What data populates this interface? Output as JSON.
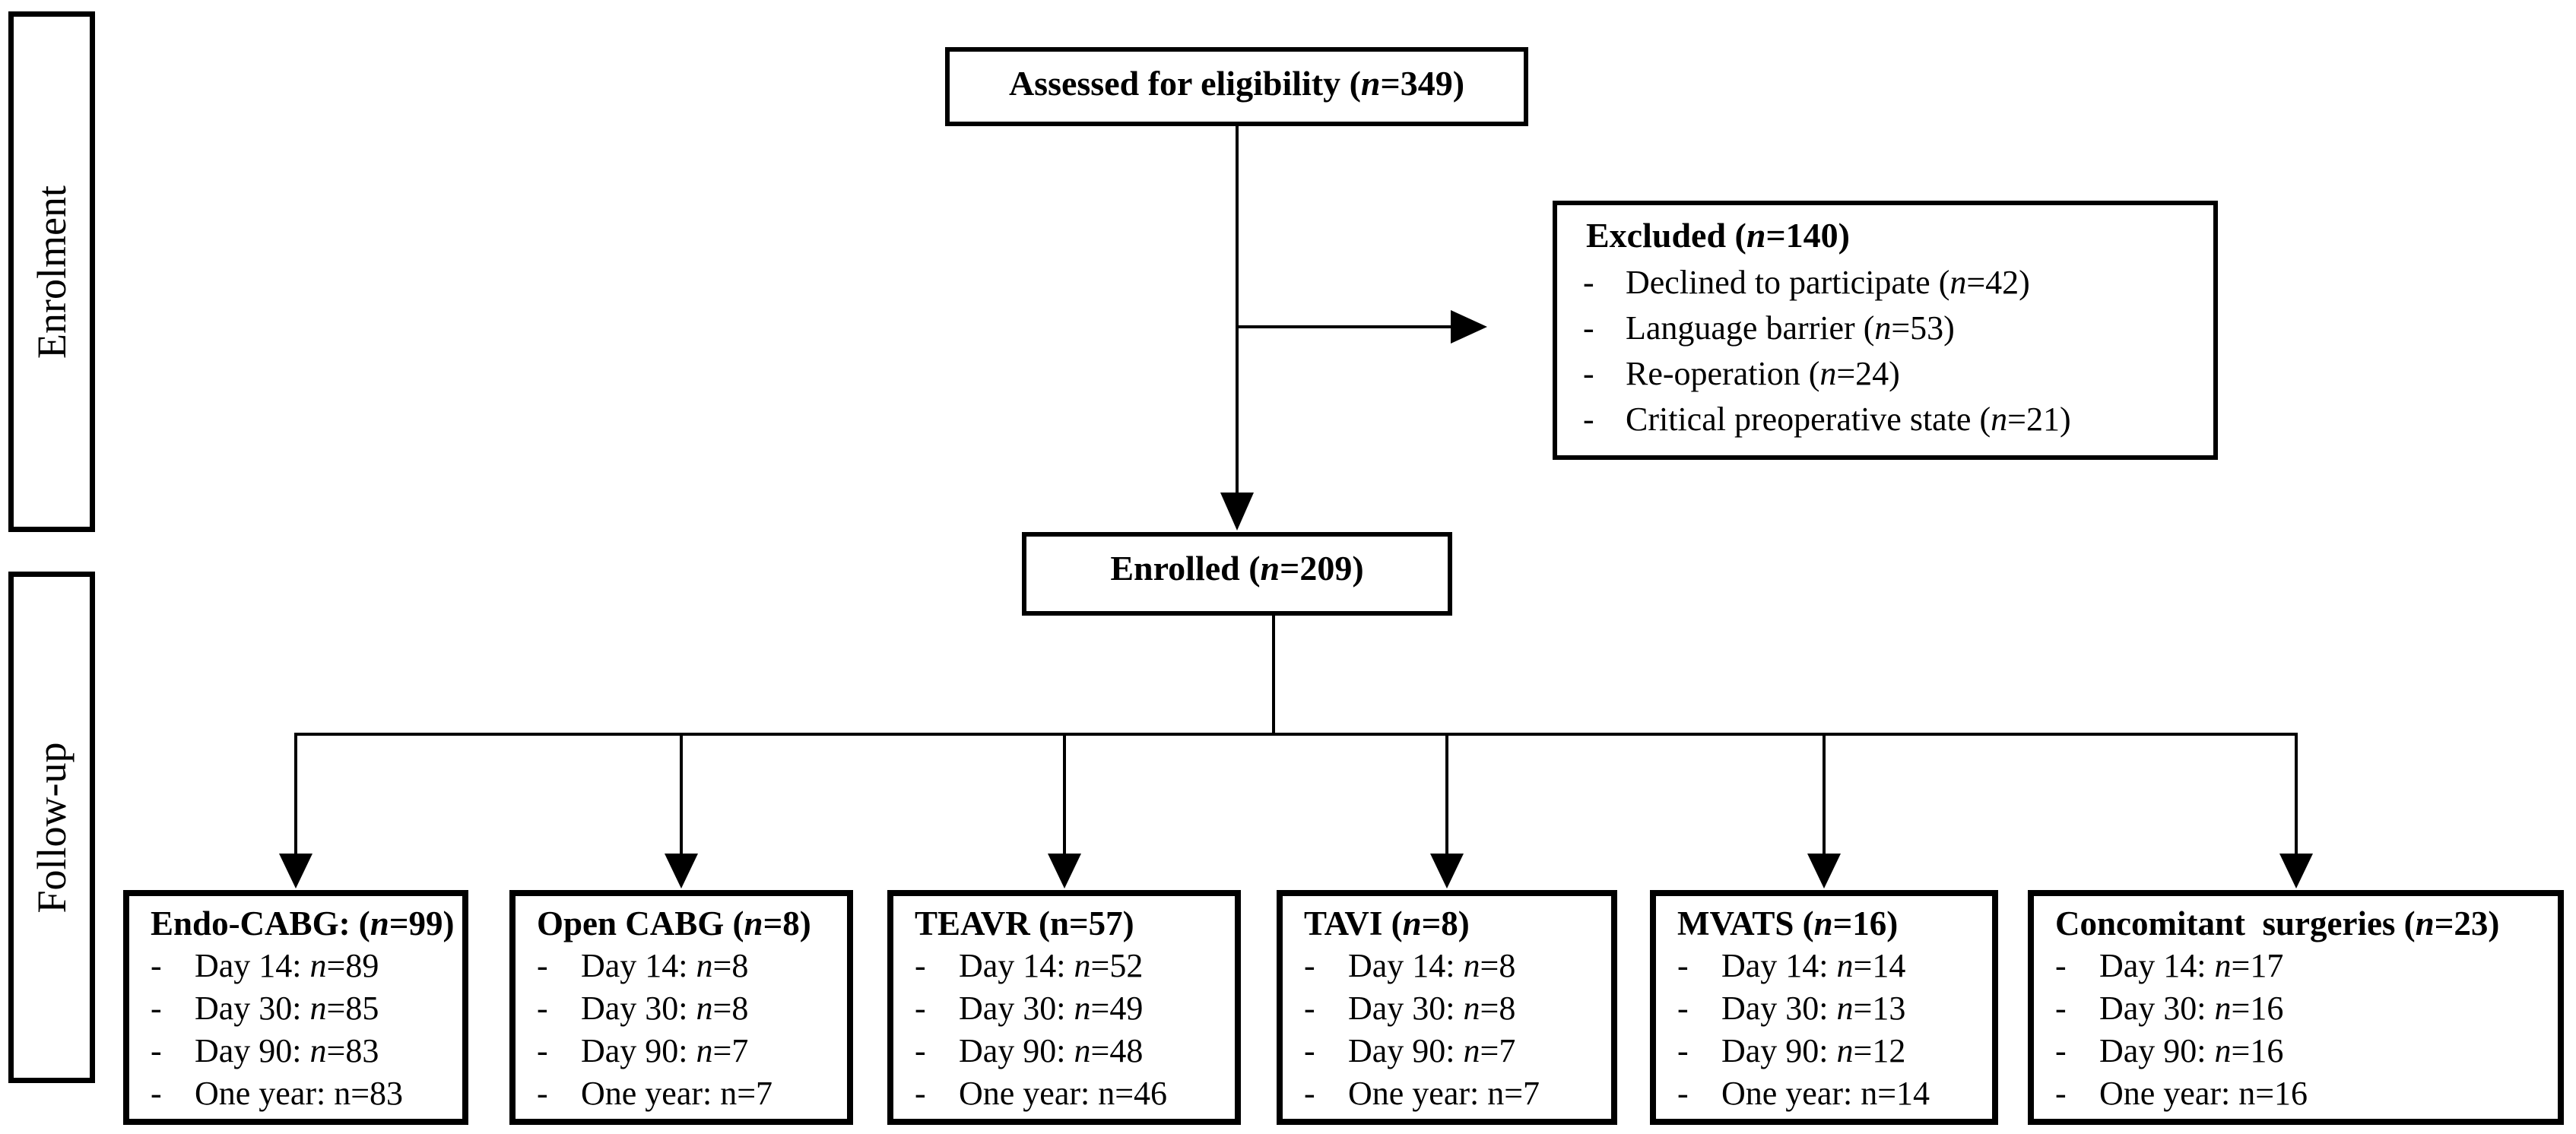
{
  "figure": {
    "colors": {
      "line": "#000000",
      "background": "#ffffff",
      "text": "#000000"
    },
    "bullet": "-",
    "sidebar": [
      {
        "id": "enrolment",
        "label": "Enrolment"
      },
      {
        "id": "followup",
        "label": "Follow-up"
      }
    ],
    "assessed_title_runs": [
      [
        "Assessed for eligibility (",
        0
      ],
      [
        "n",
        1
      ],
      [
        "=349)",
        0
      ]
    ],
    "excluded": {
      "title_runs": [
        [
          "Excluded (",
          0
        ],
        [
          "n",
          1
        ],
        [
          "=140)",
          0
        ]
      ],
      "items": [
        [
          [
            "Declined to participate (",
            0
          ],
          [
            "n",
            1
          ],
          [
            "=42)",
            0
          ]
        ],
        [
          [
            "Language barrier (",
            0
          ],
          [
            "n",
            1
          ],
          [
            "=53)",
            0
          ]
        ],
        [
          [
            "Re-operation (",
            0
          ],
          [
            "n",
            1
          ],
          [
            "=24)",
            0
          ]
        ],
        [
          [
            "Critical preoperative state (",
            0
          ],
          [
            "n",
            1
          ],
          [
            "=21)",
            0
          ]
        ]
      ]
    },
    "enrolled_title_runs": [
      [
        "Enrolled (",
        0
      ],
      [
        "n",
        1
      ],
      [
        "=209)",
        0
      ]
    ],
    "groups": [
      {
        "title_runs": [
          [
            "Endo-CABG: (",
            0
          ],
          [
            "n",
            1
          ],
          [
            "=99)",
            0
          ]
        ],
        "items": [
          [
            [
              "Day 14: ",
              0
            ],
            [
              "n",
              1
            ],
            [
              "=89",
              0
            ]
          ],
          [
            [
              "Day 30: ",
              0
            ],
            [
              "n",
              1
            ],
            [
              "=85",
              0
            ]
          ],
          [
            [
              "Day 90: ",
              0
            ],
            [
              "n",
              1
            ],
            [
              "=83",
              0
            ]
          ],
          [
            [
              "One year: n=83",
              0
            ]
          ]
        ]
      },
      {
        "title_runs": [
          [
            "Open CABG (",
            0
          ],
          [
            "n",
            1
          ],
          [
            "=8)",
            0
          ]
        ],
        "items": [
          [
            [
              "Day 14: ",
              0
            ],
            [
              "n",
              1
            ],
            [
              "=8",
              0
            ]
          ],
          [
            [
              "Day 30: ",
              0
            ],
            [
              "n",
              1
            ],
            [
              "=8",
              0
            ]
          ],
          [
            [
              "Day 90: ",
              0
            ],
            [
              "n",
              1
            ],
            [
              "=7",
              0
            ]
          ],
          [
            [
              "One year: n=7",
              0
            ]
          ]
        ]
      },
      {
        "title_runs": [
          [
            "TEAVR (n=57)",
            0
          ]
        ],
        "items": [
          [
            [
              "Day 14: ",
              0
            ],
            [
              "n",
              1
            ],
            [
              "=52",
              0
            ]
          ],
          [
            [
              "Day 30: ",
              0
            ],
            [
              "n",
              1
            ],
            [
              "=49",
              0
            ]
          ],
          [
            [
              "Day 90: ",
              0
            ],
            [
              "n",
              1
            ],
            [
              "=48",
              0
            ]
          ],
          [
            [
              "One year: n=46",
              0
            ]
          ]
        ]
      },
      {
        "title_runs": [
          [
            "TAVI (",
            0
          ],
          [
            "n",
            1
          ],
          [
            "=8)",
            0
          ]
        ],
        "items": [
          [
            [
              "Day 14: ",
              0
            ],
            [
              "n",
              1
            ],
            [
              "=8",
              0
            ]
          ],
          [
            [
              "Day 30: ",
              0
            ],
            [
              "n",
              1
            ],
            [
              "=8",
              0
            ]
          ],
          [
            [
              "Day 90: ",
              0
            ],
            [
              "n",
              1
            ],
            [
              "=7",
              0
            ]
          ],
          [
            [
              "One year: n=7",
              0
            ]
          ]
        ]
      },
      {
        "title_runs": [
          [
            "MVATS (",
            0
          ],
          [
            "n",
            1
          ],
          [
            "=16)",
            0
          ]
        ],
        "items": [
          [
            [
              "Day 14: ",
              0
            ],
            [
              "n",
              1
            ],
            [
              "=14",
              0
            ]
          ],
          [
            [
              "Day 30: ",
              0
            ],
            [
              "n",
              1
            ],
            [
              "=13",
              0
            ]
          ],
          [
            [
              "Day 90: ",
              0
            ],
            [
              "n",
              1
            ],
            [
              "=12",
              0
            ]
          ],
          [
            [
              "One year: n=14",
              0
            ]
          ]
        ]
      },
      {
        "title_runs": [
          [
            "Concomitant  surgeries (",
            0
          ],
          [
            "n",
            1
          ],
          [
            "=23)",
            0
          ]
        ],
        "items": [
          [
            [
              "Day 14: ",
              0
            ],
            [
              "n",
              1
            ],
            [
              "=17",
              0
            ]
          ],
          [
            [
              "Day 30: ",
              0
            ],
            [
              "n",
              1
            ],
            [
              "=16",
              0
            ]
          ],
          [
            [
              "Day 90: ",
              0
            ],
            [
              "n",
              1
            ],
            [
              "=16",
              0
            ]
          ],
          [
            [
              "One year: n=16",
              0
            ]
          ]
        ]
      }
    ]
  }
}
